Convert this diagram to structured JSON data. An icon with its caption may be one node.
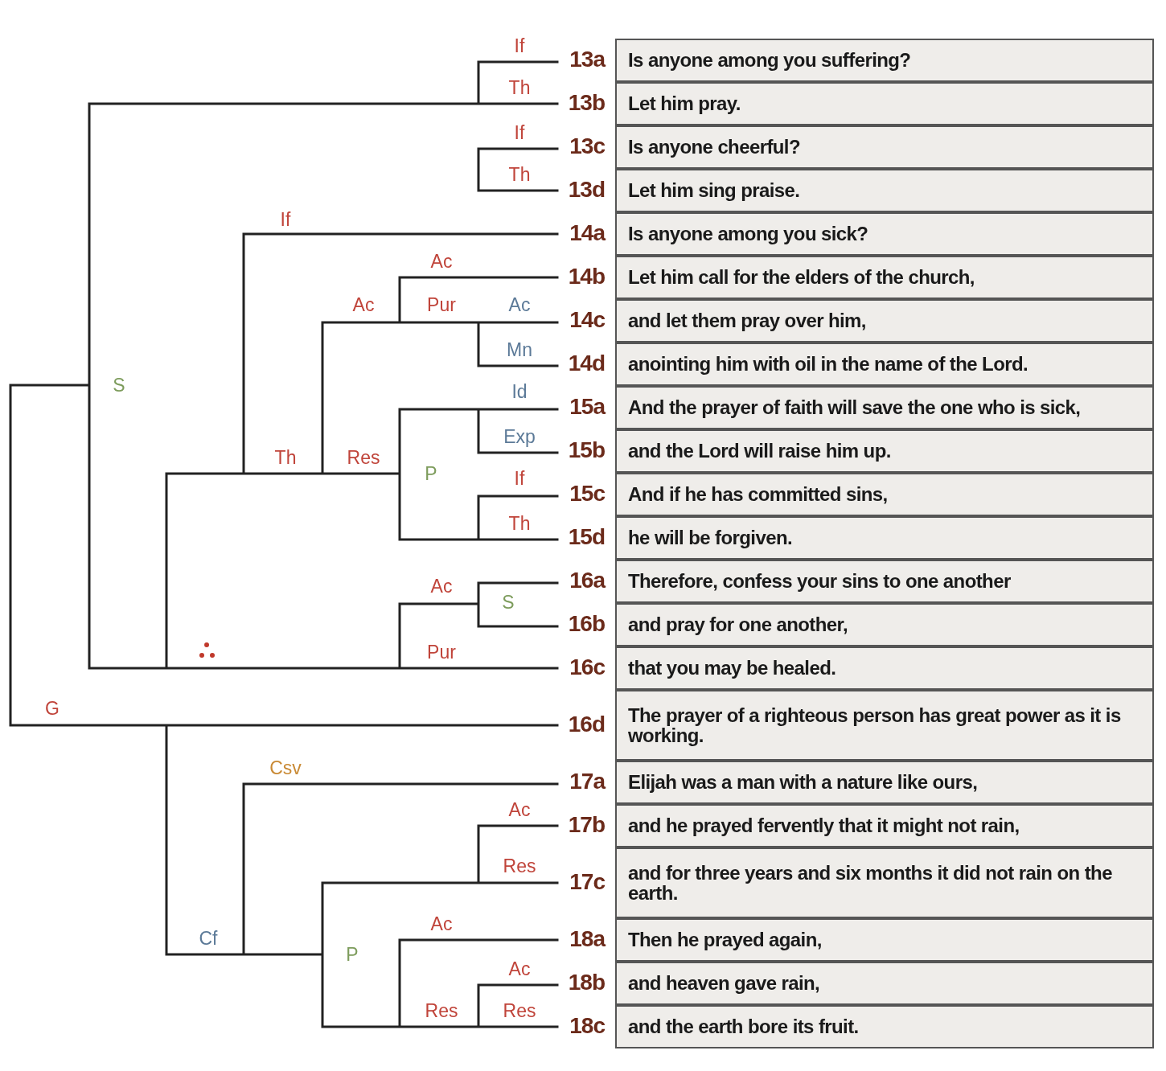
{
  "diagram": {
    "nodes": [
      {
        "text": [
          "Is anyone among you suffering?"
        ],
        "beside": [
          "13a"
        ]
      },
      {
        "text": [
          "Let him pray."
        ],
        "beside": [
          "13b"
        ]
      },
      {
        "text": [
          "Is anyone cheerful?"
        ],
        "beside": [
          "13c"
        ]
      },
      {
        "text": [
          "Let him sing praise."
        ],
        "beside": [
          "13d"
        ]
      },
      {
        "text": [
          "Is anyone among you sick?"
        ],
        "beside": [
          "14a"
        ]
      },
      {
        "text": [
          "Let him call for the elders of the church,"
        ],
        "beside": [
          "14b"
        ]
      },
      {
        "text": [
          "and let them pray over him,"
        ],
        "beside": [
          "14c"
        ]
      },
      {
        "text": [
          "anointing him with oil in the name of the Lord."
        ],
        "beside": [
          "14d"
        ]
      },
      {
        "text": [
          "And the prayer of faith will save the one who is sick,"
        ],
        "beside": [
          "15a"
        ]
      },
      {
        "text": [
          "and the Lord will raise him up."
        ],
        "beside": [
          "15b"
        ]
      },
      {
        "text": [
          "And if he has committed sins,"
        ],
        "beside": [
          "15c"
        ]
      },
      {
        "text": [
          "he will be forgiven."
        ],
        "beside": [
          "15d"
        ]
      },
      {
        "text": [
          "Therefore, confess your sins to one another"
        ],
        "beside": [
          "16a"
        ]
      },
      {
        "text": [
          "and pray for one another,"
        ],
        "beside": [
          "16b"
        ]
      },
      {
        "text": [
          "that you may be healed."
        ],
        "beside": [
          "16c"
        ]
      },
      {
        "text": [
          "The prayer of a righteous person has great power as it is working."
        ],
        "beside": [
          "16d"
        ]
      },
      {
        "text": [
          "Elijah was a man with a nature like ours,"
        ],
        "beside": [
          "17a"
        ]
      },
      {
        "text": [
          "and he prayed fervently that it might not rain,"
        ],
        "beside": [
          "17b"
        ]
      },
      {
        "text": [
          "and for three years and six months it did not rain on the earth."
        ],
        "beside": [
          "17c"
        ]
      },
      {
        "text": [
          "Then he prayed again,"
        ],
        "beside": [
          "18a"
        ]
      },
      {
        "text": [
          "and heaven gave rain,"
        ],
        "beside": [
          "18b"
        ]
      },
      {
        "text": [
          "and the earth bore its fruit."
        ],
        "beside": [
          "18c"
        ]
      }
    ],
    "labels": [
      "If",
      "Th",
      "If",
      "Th",
      "If",
      "Ac",
      "Ac",
      "Pur",
      "Ac",
      "Mn",
      "S",
      "Id",
      "Exp",
      "Th",
      "Res",
      "P",
      "If",
      "Th",
      "Ac",
      "S",
      "Pur",
      "G",
      "Csv",
      "Ac",
      "Res",
      "Ac",
      "Cf",
      "P",
      "Ac",
      "Res",
      "Res"
    ]
  }
}
